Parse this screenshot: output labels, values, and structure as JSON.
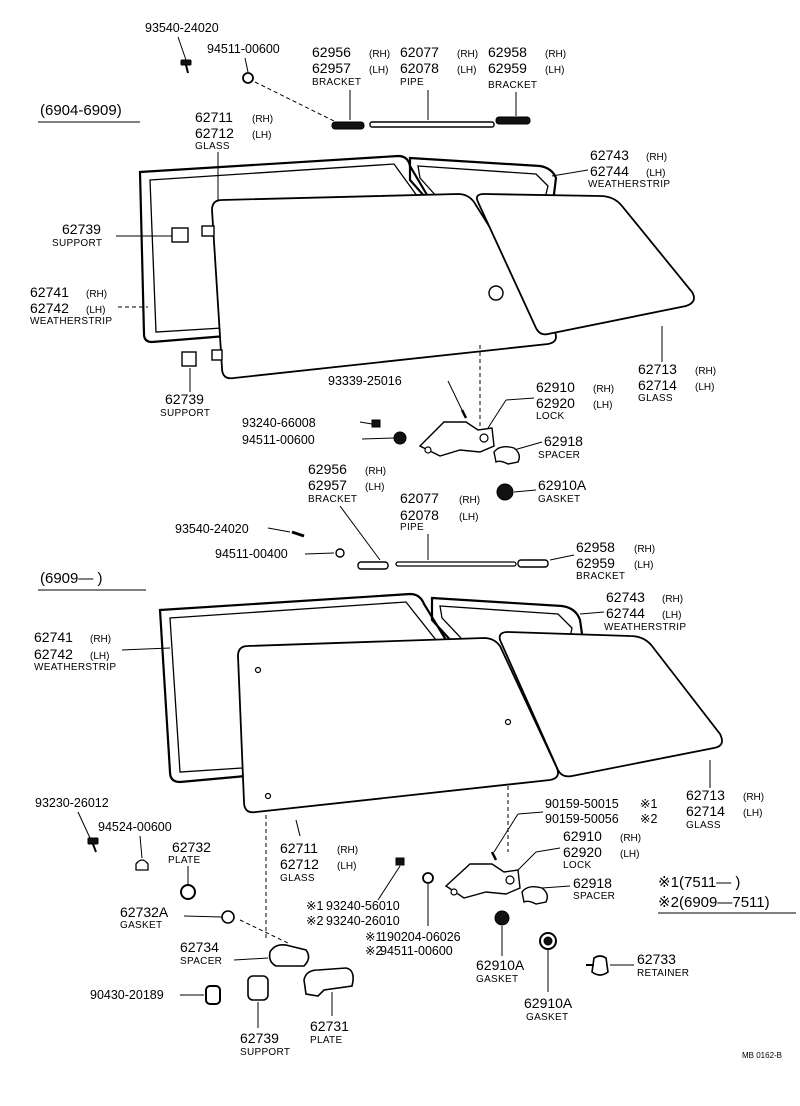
{
  "upper": {
    "period": "(6904-6909)",
    "screw_top": "93540-24020",
    "nut_top": "94511-00600",
    "bracket_a": {
      "rh": "62956",
      "lh": "62957",
      "name": "BRACKET"
    },
    "pipe": {
      "rh": "62077",
      "lh": "62078",
      "name": "PIPE"
    },
    "bracket_b": {
      "rh": "62958",
      "lh": "62959",
      "name": "BRACKET"
    },
    "glass_main": {
      "rh": "62711",
      "lh": "62712",
      "name": "GLASS"
    },
    "weatherstrip_rear": {
      "rh": "62743",
      "lh": "62744",
      "name": "WEATHERSTRIP"
    },
    "support_a": {
      "no": "62739",
      "name": "SUPPORT"
    },
    "weatherstrip_main": {
      "rh": "62741",
      "lh": "62742",
      "name": "WEATHERSTRIP"
    },
    "support_b": {
      "no": "62739",
      "name": "SUPPORT"
    },
    "glass_rear": {
      "rh": "62713",
      "lh": "62714",
      "name": "GLASS"
    },
    "screw_lock": "93339-25016",
    "lock": {
      "rh": "62910",
      "lh": "62920",
      "name": "LOCK"
    },
    "washer": "93240-66008",
    "nut_lock": "94511-00600",
    "spacer": {
      "no": "62918",
      "name": "SPACER"
    },
    "gasket": {
      "no": "62910A",
      "name": "GASKET"
    }
  },
  "lower": {
    "period": "(6909—      )",
    "bracket_a": {
      "rh": "62956",
      "lh": "62957",
      "name": "BRACKET"
    },
    "pipe": {
      "rh": "62077",
      "lh": "62078",
      "name": "PIPE"
    },
    "screw_top": "93540-24020",
    "nut_top": "94511-00400",
    "bracket_b": {
      "rh": "62958",
      "lh": "62959",
      "name": "BRACKET"
    },
    "weatherstrip_rear": {
      "rh": "62743",
      "lh": "62744",
      "name": "WEATHERSTRIP"
    },
    "weatherstrip_main": {
      "rh": "62741",
      "lh": "62742",
      "name": "WEATHERSTRIP"
    },
    "glass_rear": {
      "rh": "62713",
      "lh": "62714",
      "name": "GLASS"
    },
    "screw_plate": "93230-26012",
    "washer_plate": "94524-00600",
    "lock_screw_1": "90159-50015",
    "lock_screw_2": "90159-50056",
    "plate": {
      "no": "62732",
      "name": "PLATE"
    },
    "glass_main": {
      "rh": "62711",
      "lh": "62712",
      "name": "GLASS"
    },
    "lock": {
      "rh": "62910",
      "lh": "62920",
      "name": "LOCK"
    },
    "spacer": {
      "no": "62918",
      "name": "SPACER"
    },
    "gasket_plate": {
      "no": "62732A",
      "name": "GASKET"
    },
    "washer_1": "93240-56010",
    "washer_2": "93240-26010",
    "nut_1": "190204-06026",
    "nut_2": "94511-00600",
    "spacer_b": {
      "no": "62734",
      "name": "SPACER"
    },
    "gasket_1": {
      "no": "62910A",
      "name": "GASKET"
    },
    "retainer": {
      "no": "62733",
      "name": "RETAINER"
    },
    "clip": "90430-20189",
    "gasket_2": {
      "no": "62910A",
      "name": "GASKET"
    },
    "support": {
      "no": "62739",
      "name": "SUPPORT"
    },
    "plate_b": {
      "no": "62731",
      "name": "PLATE"
    }
  },
  "side": {
    "rh": "(RH)",
    "lh": "(LH)"
  },
  "legend": {
    "note1_mark": "※1",
    "note1_range": "(7511—      )",
    "note2_mark": "※2",
    "note2_range": "(6909—7511)",
    "mark1": "※1",
    "mark2": "※2"
  },
  "ref_code": "MB 0162-B"
}
